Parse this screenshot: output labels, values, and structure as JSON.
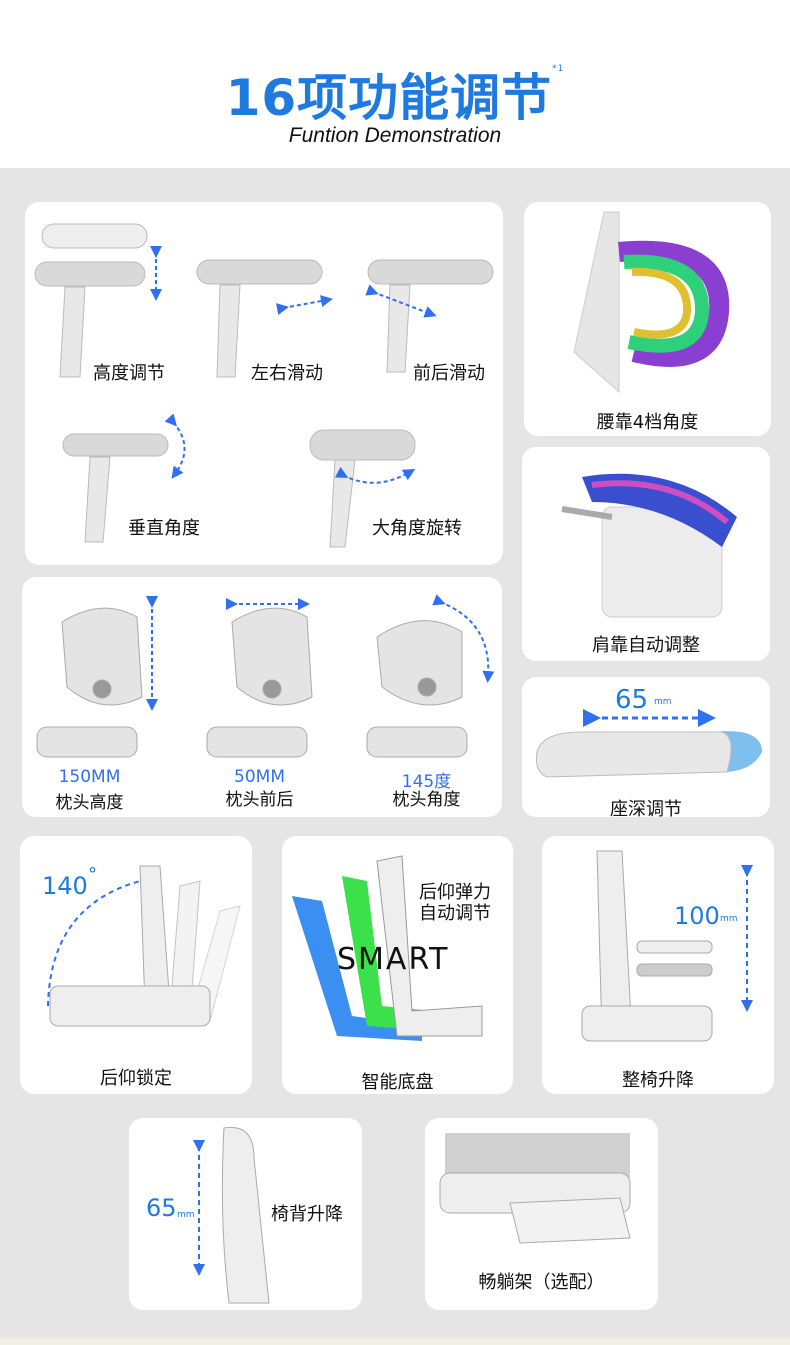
{
  "header": {
    "title": "16项功能调节",
    "footnote": "*1",
    "subtitle": "Funtion Demonstration"
  },
  "armrest": {
    "items": [
      "高度调节",
      "左右滑动",
      "前后滑动",
      "垂直角度",
      "大角度旋转"
    ]
  },
  "lumbar": {
    "label": "腰靠4档角度"
  },
  "shoulder": {
    "label": "肩靠自动调整"
  },
  "headrest": {
    "items": [
      {
        "value": "150MM",
        "label": "枕头高度"
      },
      {
        "value": "50MM",
        "label": "枕头前后"
      },
      {
        "value": "145度",
        "label": "枕头角度"
      }
    ]
  },
  "seat_depth": {
    "value": "65",
    "unit": "mm",
    "label": "座深调节"
  },
  "recline": {
    "value": "140",
    "unit": "°",
    "label": "后仰锁定"
  },
  "smart": {
    "note_line1": "后仰弹力",
    "note_line2": "自动调节",
    "badge": "SMART",
    "label": "智能底盘"
  },
  "lift": {
    "value": "100",
    "unit": "mm",
    "label": "整椅升降"
  },
  "back_lift": {
    "value": "65",
    "unit": "mm",
    "label": "椅背升降"
  },
  "footrest": {
    "label": "畅躺架（选配）"
  },
  "colors": {
    "accent": "#1f7ae0",
    "arrow": "#2f6ff0",
    "background": "#e5e5e5"
  }
}
